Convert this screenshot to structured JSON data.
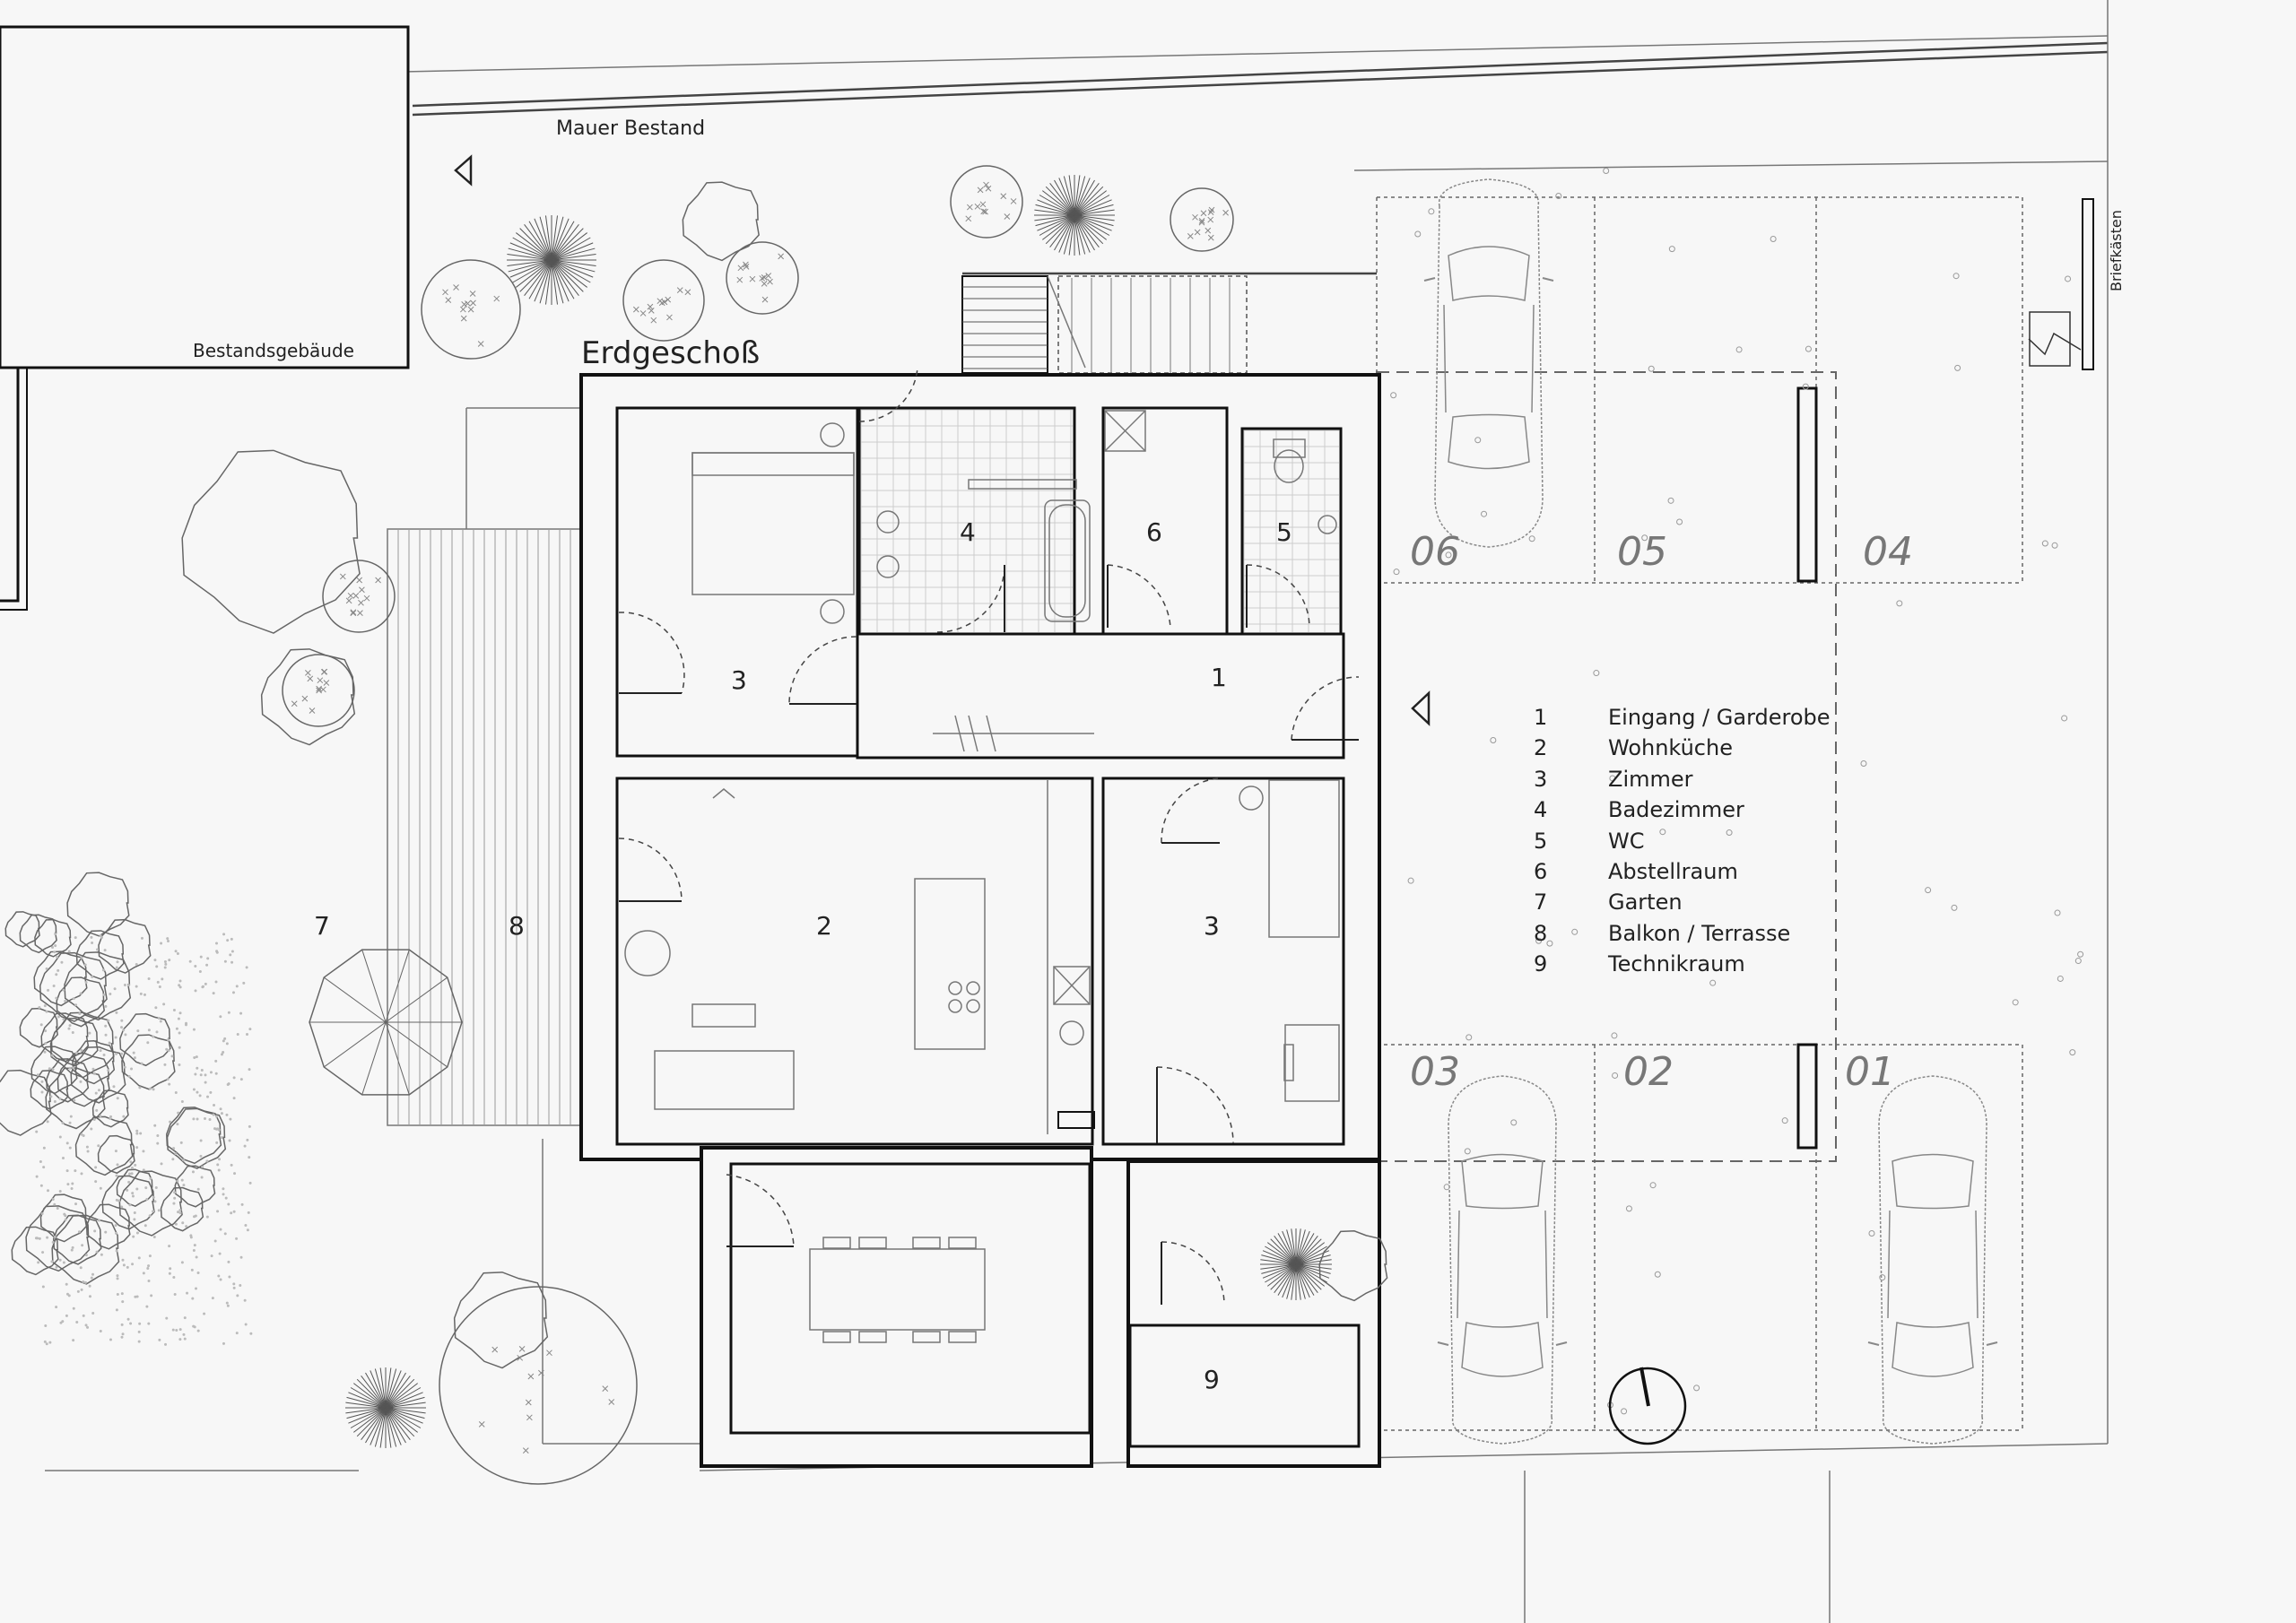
{
  "title": "Erdgeschoß",
  "labels": {
    "wall_existing": "Mauer Bestand",
    "existing_building": "Bestandsgebäude",
    "mailboxes": "Briefkästen"
  },
  "rooms": [
    {
      "id": "r1",
      "num": "1"
    },
    {
      "id": "r2",
      "num": "2"
    },
    {
      "id": "r3a",
      "num": "3"
    },
    {
      "id": "r3b",
      "num": "3"
    },
    {
      "id": "r4",
      "num": "4"
    },
    {
      "id": "r5",
      "num": "5"
    },
    {
      "id": "r6",
      "num": "6"
    },
    {
      "id": "r7",
      "num": "7"
    },
    {
      "id": "r8",
      "num": "8"
    },
    {
      "id": "r9",
      "num": "9"
    }
  ],
  "parking": [
    "06",
    "05",
    "04",
    "03",
    "02",
    "01"
  ],
  "legend": [
    {
      "num": "1",
      "name": "Eingang / Garderobe"
    },
    {
      "num": "2",
      "name": "Wohnküche"
    },
    {
      "num": "3",
      "name": "Zimmer"
    },
    {
      "num": "4",
      "name": "Badezimmer"
    },
    {
      "num": "5",
      "name": "WC"
    },
    {
      "num": "6",
      "name": "Abstellraum"
    },
    {
      "num": "7",
      "name": "Garten"
    },
    {
      "num": "8",
      "name": "Balkon / Terrasse"
    },
    {
      "num": "9",
      "name": "Technikraum"
    }
  ]
}
